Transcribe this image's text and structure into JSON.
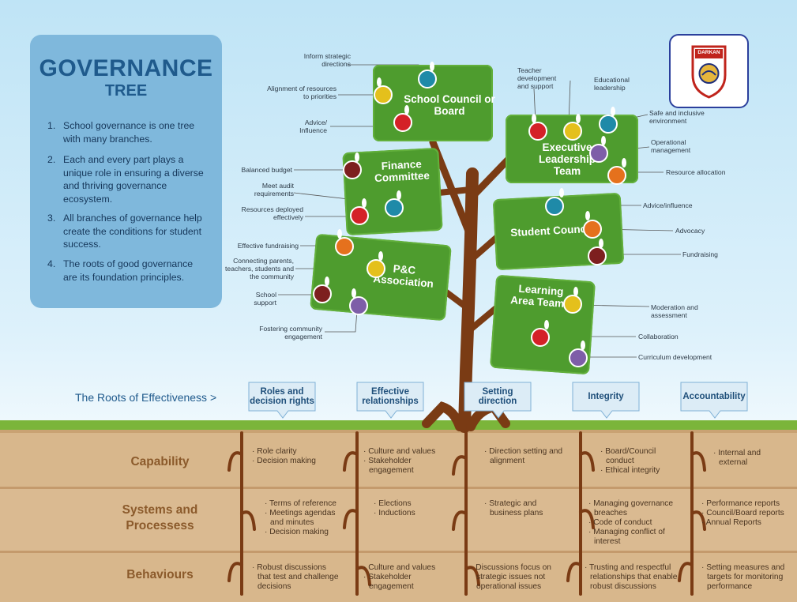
{
  "header": {
    "title": "GOVERNANCE",
    "subtitle": "TREE",
    "points": [
      {
        "num": "1.",
        "text": "School governance is one tree with many branches."
      },
      {
        "num": "2.",
        "text": "Each and every part plays a unique role in ensuring a diverse and thriving governance ecosystem."
      },
      {
        "num": "3.",
        "text": "All branches of governance help create the conditions for student success."
      },
      {
        "num": "4.",
        "text": "The roots of good governance are its foundation principles."
      }
    ]
  },
  "logo": {
    "text": "DARKAN"
  },
  "colors": {
    "sky": "#cfeaf8",
    "leaf": "#4e9c2e",
    "trunk": "#7a3b14",
    "soil": "#d9b88e",
    "grass": "#79b33a",
    "title": "#1f5a8c"
  },
  "branches": {
    "school_council": {
      "title": "School Council or Board",
      "labels": [
        "Inform strategic directions",
        "Alignment of resources to priorities",
        "Advice/ Influence"
      ]
    },
    "executive": {
      "title": "Executive Leadership Team",
      "labels": [
        "Teacher development and support",
        "Educational leadership",
        "Safe and inclusive environment",
        "Operational management",
        "Resource allocation"
      ]
    },
    "finance": {
      "title": "Finance Committee",
      "labels": [
        "Balanced budget",
        "Meet audit requirements",
        "Resources deployed effectively"
      ]
    },
    "student": {
      "title": "Student Council",
      "labels": [
        "Advice/influence",
        "Advocacy",
        "Fundraising"
      ]
    },
    "pc": {
      "title": "P&C Association",
      "labels": [
        "Effective fundraising",
        "Connecting parents, teachers, students and the community",
        "School support",
        "Fostering community engagement"
      ]
    },
    "learning": {
      "title": "Learning Area Teams",
      "labels": [
        "Moderation and assessment",
        "Collaboration",
        "Curriculum development"
      ]
    }
  },
  "roots": {
    "intro": "The Roots of Effectiveness >",
    "labels": [
      "Roles and decision rights",
      "Effective relationships",
      "Setting direction",
      "Integrity",
      "Accountability"
    ]
  },
  "rows": [
    {
      "label": "Capability",
      "cells": [
        [
          "Role clarity",
          "Decision making"
        ],
        [
          "Culture and values",
          "Stakeholder engagement"
        ],
        [
          "Direction setting and alignment"
        ],
        [
          "Board/Council conduct",
          "Ethical integrity"
        ],
        [
          "Internal and external"
        ]
      ]
    },
    {
      "label": "Systems and Processess",
      "cells": [
        [
          "Terms of reference",
          "Meetings agendas and minutes",
          "Decision making"
        ],
        [
          "Elections",
          "Inductions"
        ],
        [
          "Strategic and business plans"
        ],
        [
          "Managing governance breaches",
          "Code of conduct",
          "Managing conflict of interest"
        ],
        [
          "Performance reports",
          "Council/Board reports",
          "Annual Reports"
        ]
      ]
    },
    {
      "label": "Behaviours",
      "cells": [
        [
          "Robust discussions that test and challenge decisions"
        ],
        [
          "Culture and values",
          "Stakeholder engagement"
        ],
        [
          "Discussions focus on strategic issues not operational issues"
        ],
        [
          "Trusting and respectful relationships that enable robust discussions"
        ],
        [
          "Setting measures and targets for monitoring performance"
        ]
      ]
    }
  ]
}
